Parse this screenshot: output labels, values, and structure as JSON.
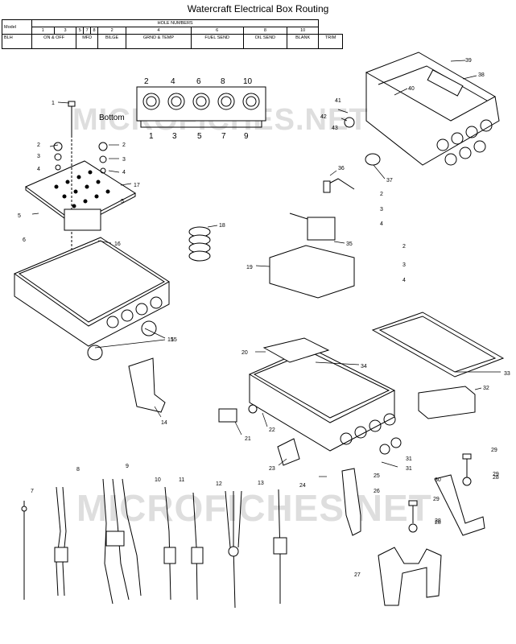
{
  "title": "Watercraft Electrical Box Routing",
  "table": {
    "model_header": "Model",
    "group_header": "HOLE NUMBERS",
    "hole_numbers": [
      "1",
      "3",
      "5",
      "7",
      "8",
      "2",
      "4",
      "6",
      "8",
      "10"
    ],
    "row": {
      "model": "BLH",
      "functions": [
        "ON & OFF",
        "MFD",
        "BILGE",
        "GRND & TEMP",
        "FUEL SEND",
        "OIL SEND",
        "BLANK",
        "TRIM"
      ]
    }
  },
  "diagram": {
    "bottom_label": "Bottom",
    "top_holes": [
      "2",
      "4",
      "6",
      "8",
      "10"
    ],
    "bottom_holes": [
      "1",
      "3",
      "5",
      "7",
      "9"
    ],
    "watermark": "MICROFICHES.NET",
    "callouts": [
      "1",
      "2",
      "3",
      "4",
      "5",
      "6",
      "7",
      "8",
      "9",
      "10",
      "11",
      "12",
      "13",
      "14",
      "15",
      "16",
      "17",
      "18",
      "19",
      "20",
      "21",
      "22",
      "23",
      "24",
      "25",
      "26",
      "27",
      "28",
      "29",
      "30",
      "31",
      "32",
      "33",
      "34",
      "35",
      "36",
      "37",
      "38",
      "39",
      "40",
      "41",
      "42",
      "43"
    ]
  }
}
